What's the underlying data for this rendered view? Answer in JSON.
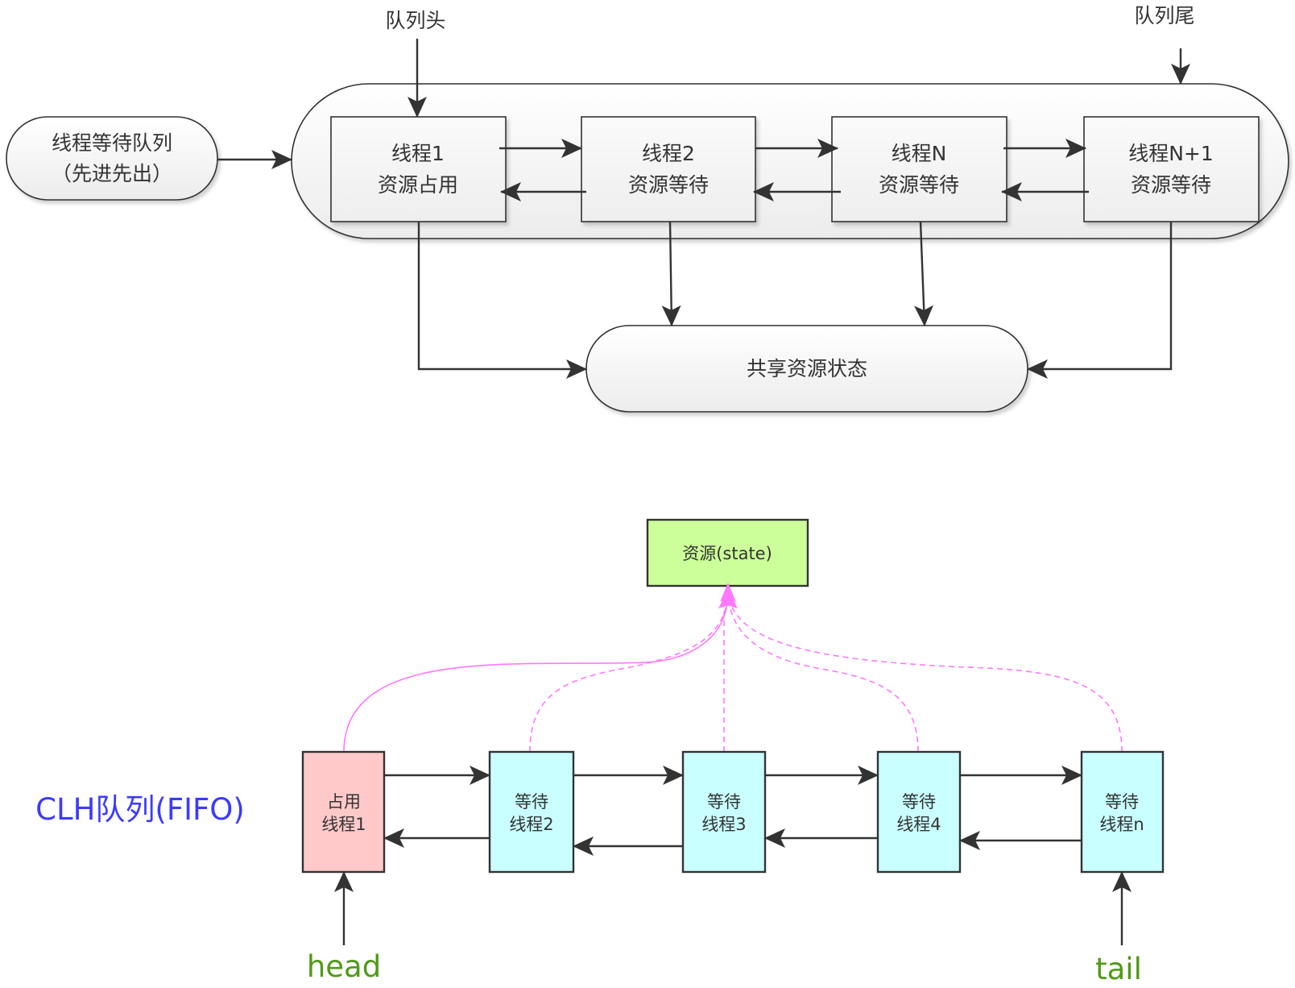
{
  "top_diagram": {
    "queue_head_label": "队列头",
    "queue_tail_label": "队列尾",
    "waiting_queue": {
      "line1": "线程等待队列",
      "line2": "（先进先出）"
    },
    "threads": [
      {
        "name": "线程1",
        "status": "资源占用"
      },
      {
        "name": "线程2",
        "status": "资源等待"
      },
      {
        "name": "线程N",
        "status": "资源等待"
      },
      {
        "name": "线程N+1",
        "status": "资源等待"
      }
    ],
    "shared_resource_label": "共享资源状态"
  },
  "bottom_diagram": {
    "title": "CLH队列(FIFO)",
    "resource_label": "资源(state)",
    "nodes": [
      {
        "line1": "占用",
        "line2": "线程1",
        "state": "occupied"
      },
      {
        "line1": "等待",
        "line2": "线程2",
        "state": "waiting"
      },
      {
        "line1": "等待",
        "line2": "线程3",
        "state": "waiting"
      },
      {
        "line1": "等待",
        "line2": "线程4",
        "state": "waiting"
      },
      {
        "line1": "等待",
        "line2": "线程n",
        "state": "waiting"
      }
    ],
    "head_label": "head",
    "tail_label": "tail"
  },
  "colors": {
    "stroke": "#333333",
    "occupied_fill": "#ffc9c9",
    "waiting_fill": "#c9ffff",
    "resource_fill": "#ccff99",
    "link_pink": "#ff77ff",
    "title_blue": "#3b3bff",
    "label_green": "#4f9a16"
  }
}
